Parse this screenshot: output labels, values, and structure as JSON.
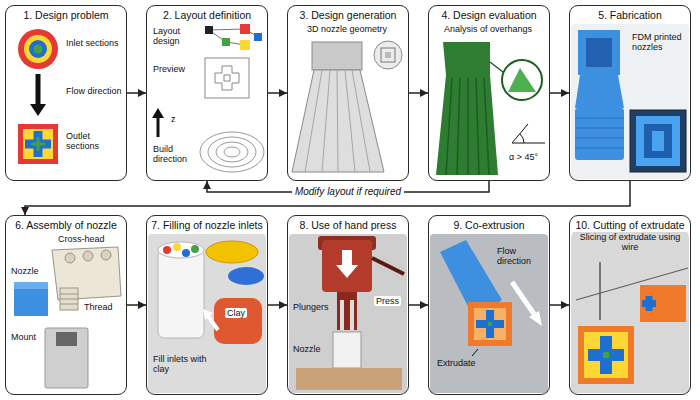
{
  "diagram": {
    "nodes": [
      {
        "text": [
          "1. Design problem",
          "Inlet sections",
          "Flow direction",
          "Outlet sections"
        ]
      },
      {
        "text": [
          "2. Layout definition",
          "Layout design",
          "Preview",
          "z",
          "Build direction"
        ]
      },
      {
        "text": [
          "3. Design generation",
          "3D nozzle geometry"
        ]
      },
      {
        "text": [
          "4. Design evaluation",
          "Analysis of overhangs",
          "α > 45°"
        ]
      },
      {
        "text": [
          "5. Fabrication",
          "FDM printed nozzles"
        ]
      },
      {
        "text": [
          "6. Assembly of nozzle",
          "Cross-head",
          "Nozzle",
          "Thread",
          "Mount"
        ]
      },
      {
        "text": [
          "7. Filling of nozzle inlets",
          "Clay",
          "Fill inlets with clay"
        ]
      },
      {
        "text": [
          "8. Use of hand press",
          "Plungers",
          "Press",
          "Nozzle"
        ]
      },
      {
        "text": [
          "9. Co-extrusion",
          "Flow direction",
          "Extrudate"
        ]
      },
      {
        "text": [
          "10. Cutting of extrudate",
          "Slicing of extrudate using wire"
        ]
      }
    ],
    "edges": [
      {
        "from": 0,
        "to": 1,
        "arrow": "to"
      },
      {
        "from": 1,
        "to": 2,
        "arrow": "to"
      },
      {
        "from": 2,
        "to": 3,
        "arrow": "to"
      },
      {
        "from": 3,
        "to": 4,
        "arrow": "to"
      },
      {
        "from": 3,
        "to": 1,
        "label": "Modify layout if required",
        "arrow": "to"
      },
      {
        "from": 4,
        "to": 5,
        "arrow": "to"
      },
      {
        "from": 5,
        "to": 6,
        "arrow": "to"
      },
      {
        "from": 6,
        "to": 7,
        "arrow": "to"
      },
      {
        "from": 7,
        "to": 8,
        "arrow": "to"
      },
      {
        "from": 8,
        "to": 9,
        "arrow": "to"
      }
    ]
  }
}
